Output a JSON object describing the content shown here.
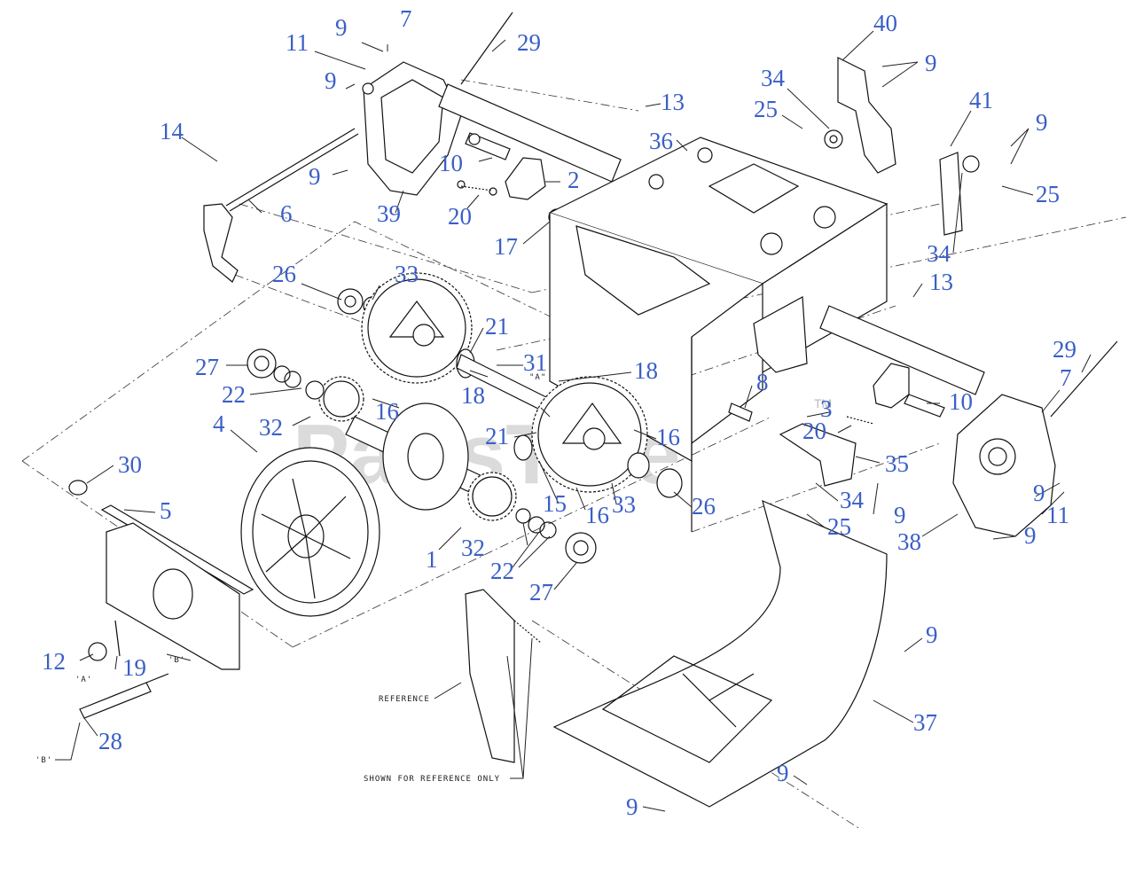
{
  "diagram": {
    "watermark": "PartsTree",
    "watermark_tm": "TM",
    "reference_notes": [
      {
        "id": "ref-reference",
        "text": "REFERENCE"
      },
      {
        "id": "ref-shown",
        "text": "SHOWN FOR REFERENCE ONLY"
      },
      {
        "id": "ref-a1",
        "text": "'A'"
      },
      {
        "id": "ref-a2",
        "text": "\"A\""
      },
      {
        "id": "ref-b1",
        "text": "'B'"
      },
      {
        "id": "ref-b2",
        "text": "'B'"
      }
    ],
    "callouts": [
      {
        "label": "1"
      },
      {
        "label": "2"
      },
      {
        "label": "3"
      },
      {
        "label": "4"
      },
      {
        "label": "5"
      },
      {
        "label": "6"
      },
      {
        "label": "7"
      },
      {
        "label": "7"
      },
      {
        "label": "8"
      },
      {
        "label": "9"
      },
      {
        "label": "9"
      },
      {
        "label": "9"
      },
      {
        "label": "9"
      },
      {
        "label": "9"
      },
      {
        "label": "9"
      },
      {
        "label": "9"
      },
      {
        "label": "9"
      },
      {
        "label": "9"
      },
      {
        "label": "9"
      },
      {
        "label": "9"
      },
      {
        "label": "10"
      },
      {
        "label": "10"
      },
      {
        "label": "11"
      },
      {
        "label": "11"
      },
      {
        "label": "12"
      },
      {
        "label": "13"
      },
      {
        "label": "13"
      },
      {
        "label": "14"
      },
      {
        "label": "15"
      },
      {
        "label": "16"
      },
      {
        "label": "16"
      },
      {
        "label": "16"
      },
      {
        "label": "17"
      },
      {
        "label": "18"
      },
      {
        "label": "18"
      },
      {
        "label": "19"
      },
      {
        "label": "20"
      },
      {
        "label": "20"
      },
      {
        "label": "21"
      },
      {
        "label": "21"
      },
      {
        "label": "22"
      },
      {
        "label": "22"
      },
      {
        "label": "25"
      },
      {
        "label": "25"
      },
      {
        "label": "25"
      },
      {
        "label": "26"
      },
      {
        "label": "26"
      },
      {
        "label": "27"
      },
      {
        "label": "27"
      },
      {
        "label": "28"
      },
      {
        "label": "29"
      },
      {
        "label": "29"
      },
      {
        "label": "30"
      },
      {
        "label": "31"
      },
      {
        "label": "32"
      },
      {
        "label": "32"
      },
      {
        "label": "33"
      },
      {
        "label": "33"
      },
      {
        "label": "34"
      },
      {
        "label": "34"
      },
      {
        "label": "34"
      },
      {
        "label": "35"
      },
      {
        "label": "36"
      },
      {
        "label": "37"
      },
      {
        "label": "38"
      },
      {
        "label": "39"
      },
      {
        "label": "40"
      },
      {
        "label": "41"
      }
    ]
  }
}
